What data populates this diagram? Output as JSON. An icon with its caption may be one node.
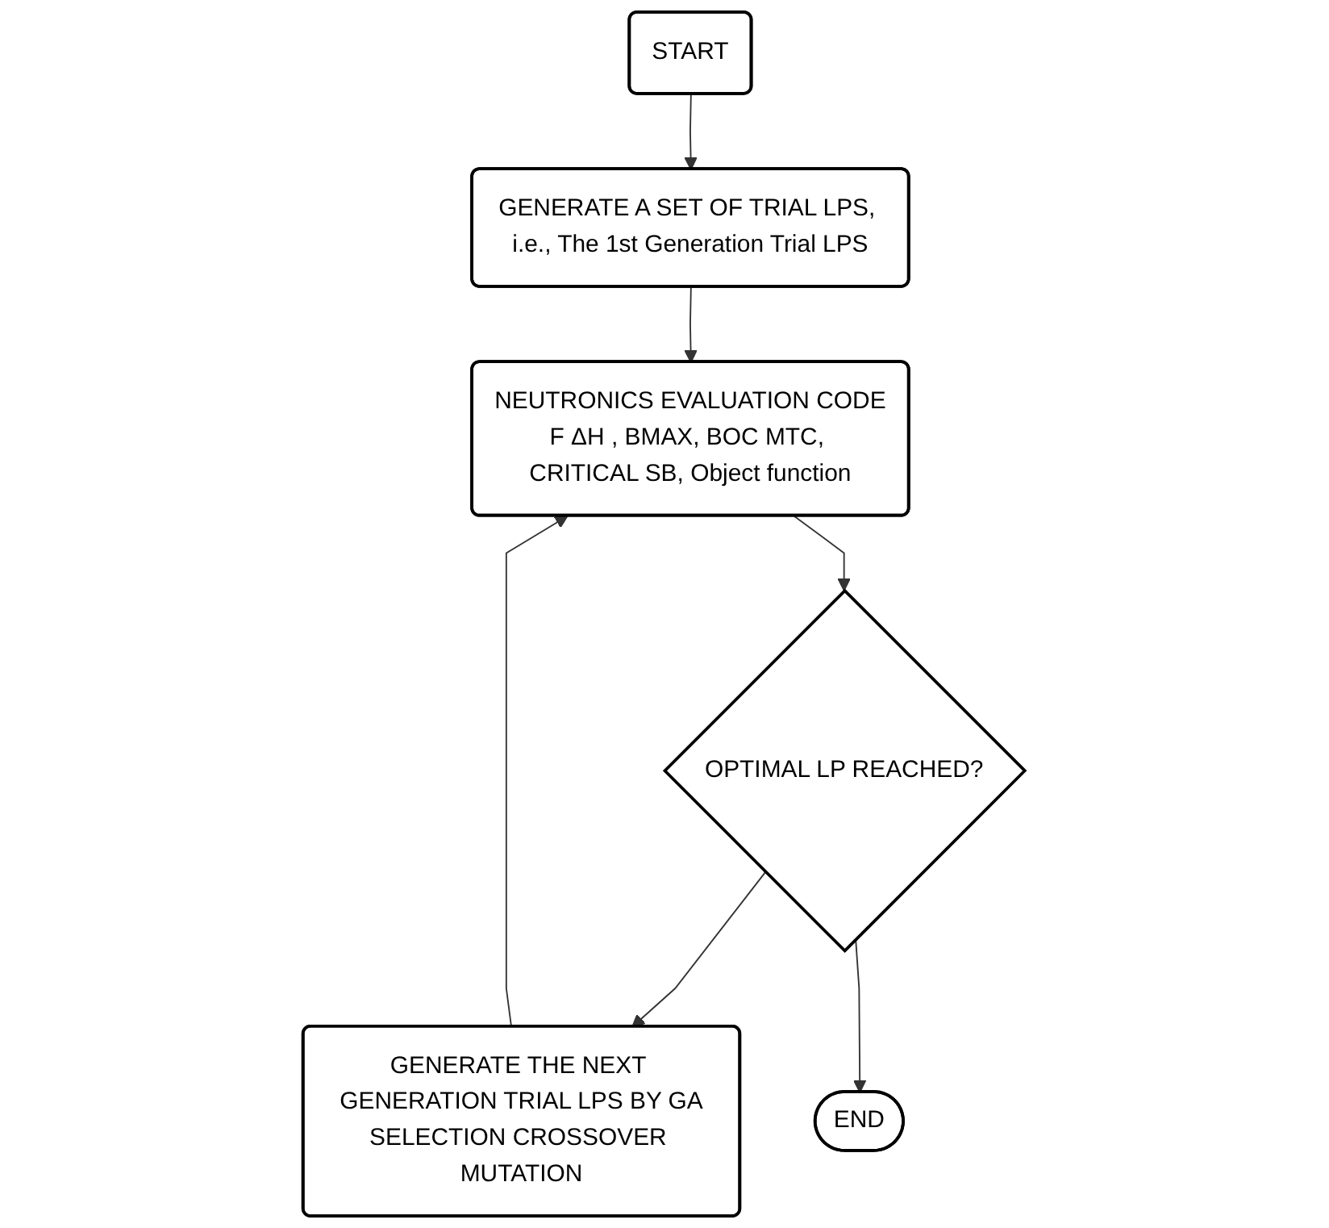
{
  "diagram": {
    "nodes": [
      {
        "text": [
          "START"
        ]
      },
      {
        "text": [
          "GENERATE A SET OF TRIAL LPS, i.e., The 1st Generation Trial LPS"
        ]
      },
      {
        "text": [
          "GENERATE THE NEXT GENERATION TRIAL LPS BY GA",
          "SELECTION CROSSOVER MUTATION"
        ]
      },
      {
        "text": [
          "NEUTRONICS EVALUATION CODE",
          "F ΔH , BMAX, BOC MTC, CRITICAL SB, Object function"
        ]
      },
      {
        "text": [
          "OPTIMAL LP REACHED?"
        ]
      },
      {
        "text": [
          "END"
        ]
      }
    ],
    "edges": [
      {
        "from": 0,
        "to": 1,
        "arrow": "to"
      },
      {
        "from": 1,
        "to": 3,
        "arrow": "to"
      },
      {
        "from": 3,
        "to": 4,
        "arrow": "to"
      },
      {
        "from": 4,
        "to": 2,
        "arrow": "to"
      },
      {
        "from": 2,
        "to": 3,
        "arrow": "to"
      },
      {
        "from": 4,
        "to": 5,
        "arrow": "to"
      }
    ]
  }
}
